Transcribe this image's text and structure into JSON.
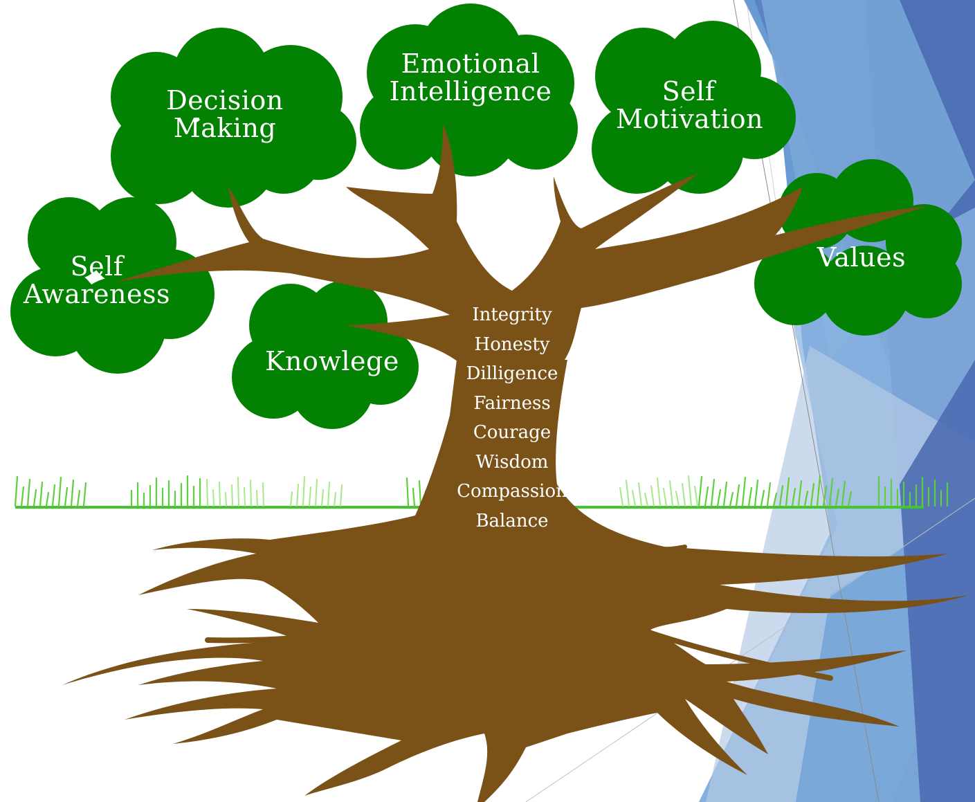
{
  "canopies": [
    {
      "id": "decision-making",
      "label": "Decision\nMaking"
    },
    {
      "id": "emotional-intelligence",
      "label": "Emotional\nIntelligence"
    },
    {
      "id": "self-motivation",
      "label": "Self\nMotivation"
    },
    {
      "id": "self-awareness",
      "label": "Self\nAwareness"
    },
    {
      "id": "knowlege",
      "label": "Knowlege"
    },
    {
      "id": "values",
      "label": "Values"
    }
  ],
  "trunk_values": [
    "Integrity",
    "Honesty",
    "Dilligence",
    "Fairness",
    "Courage",
    "Wisdom",
    "Compassion",
    "Balance"
  ],
  "colors": {
    "canopy": "#038103",
    "wood": "#7a5218",
    "grass": "#5ccf3c",
    "accent_blue": "#4f7fc0",
    "text": "#ffffff"
  }
}
